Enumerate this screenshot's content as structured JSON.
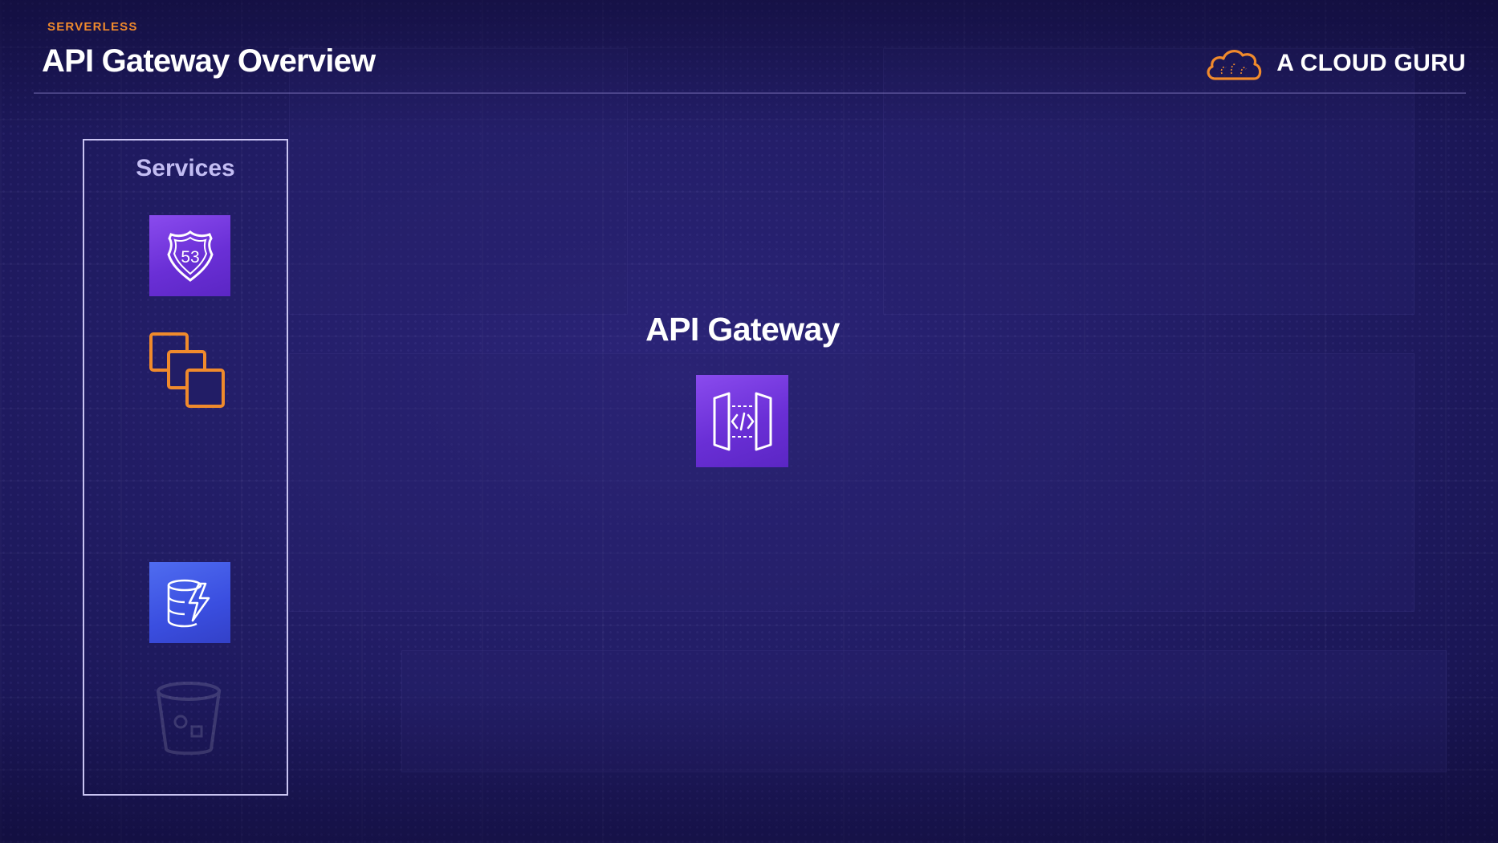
{
  "header": {
    "section_label": "SERVERLESS",
    "title": "API Gateway Overview",
    "brand_name": "A CLOUD GURU"
  },
  "services_panel": {
    "title": "Services",
    "icons": [
      "route53-icon",
      "ec2-instances-icon",
      "dynamodb-icon",
      "s3-bucket-icon"
    ]
  },
  "main": {
    "label": "API Gateway",
    "icon": "api-gateway-icon"
  },
  "colors": {
    "accent_orange": "#f08a2c",
    "background": "#221d66",
    "tile_purple": "#6a2fd6",
    "tile_blue": "#3a4ee0"
  }
}
